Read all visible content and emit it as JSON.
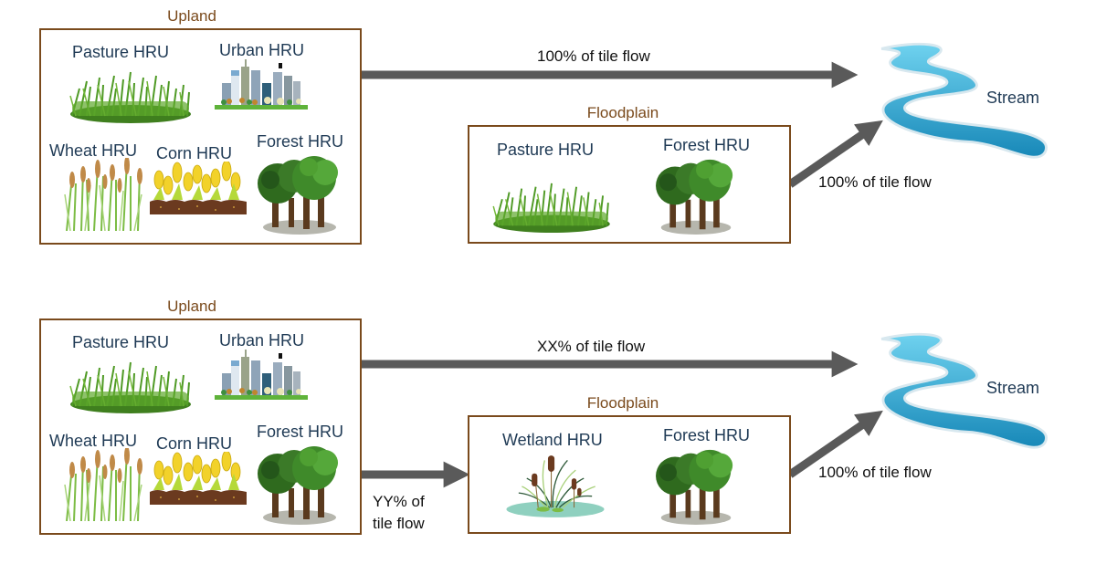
{
  "colors": {
    "zone_border": "#7a4a1c",
    "zone_title": "#7a4a1c",
    "hru_text": "#1f3a55",
    "arrow": "#5a5a5a",
    "stream": "#2aa3d4"
  },
  "panels": [
    {
      "id": "top",
      "upland": {
        "title": "Upland",
        "hrus": [
          {
            "label": "Pasture HRU",
            "icon": "grass-icon"
          },
          {
            "label": "Urban HRU",
            "icon": "city-icon"
          },
          {
            "label": "Wheat HRU",
            "icon": "wheat-icon"
          },
          {
            "label": "Corn HRU",
            "icon": "corn-icon"
          },
          {
            "label": "Forest HRU",
            "icon": "forest-icon"
          }
        ]
      },
      "floodplain": {
        "title": "Floodplain",
        "hrus": [
          {
            "label": "Pasture HRU",
            "icon": "grass-icon"
          },
          {
            "label": "Forest HRU",
            "icon": "forest-icon"
          }
        ]
      },
      "stream": {
        "label": "Stream",
        "icon": "stream-icon"
      },
      "flows": {
        "upland_to_stream": "100% of tile flow",
        "floodplain_to_stream": "100% of tile flow"
      }
    },
    {
      "id": "bottom",
      "upland": {
        "title": "Upland",
        "hrus": [
          {
            "label": "Pasture HRU",
            "icon": "grass-icon"
          },
          {
            "label": "Urban HRU",
            "icon": "city-icon"
          },
          {
            "label": "Wheat HRU",
            "icon": "wheat-icon"
          },
          {
            "label": "Corn HRU",
            "icon": "corn-icon"
          },
          {
            "label": "Forest HRU",
            "icon": "forest-icon"
          }
        ]
      },
      "floodplain": {
        "title": "Floodplain",
        "hrus": [
          {
            "label": "Wetland HRU",
            "icon": "wetland-icon"
          },
          {
            "label": "Forest HRU",
            "icon": "forest-icon"
          }
        ]
      },
      "stream": {
        "label": "Stream",
        "icon": "stream-icon"
      },
      "flows": {
        "upland_to_stream": "XX% of tile flow",
        "upland_to_floodplain_line1": "YY% of",
        "upland_to_floodplain_line2": "tile flow",
        "floodplain_to_stream": "100% of tile flow"
      }
    }
  ]
}
